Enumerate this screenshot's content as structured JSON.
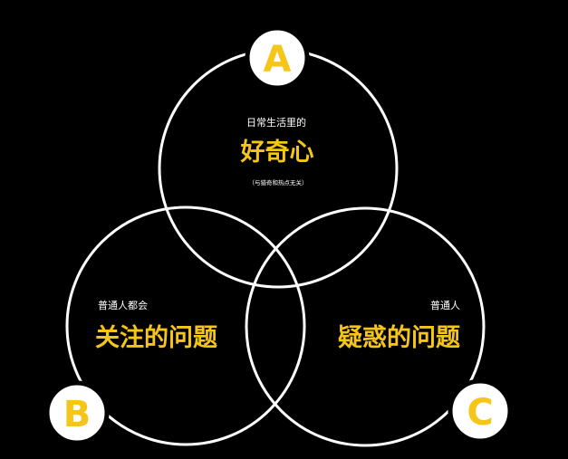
{
  "colors": {
    "background": "#000000",
    "stroke": "#ffffff",
    "accent": "#f5c518",
    "badge_fill": "#ffffff"
  },
  "circles": {
    "a": {
      "badge": "A",
      "top_label": "日常生活里的",
      "main_label": "好奇心",
      "note": "（与猎奇和热点无关）"
    },
    "b": {
      "badge": "B",
      "top_label": "普通人都会",
      "main_label": "关注的问题"
    },
    "c": {
      "badge": "C",
      "top_label": "普通人",
      "main_label": "疑惑的问题"
    }
  }
}
